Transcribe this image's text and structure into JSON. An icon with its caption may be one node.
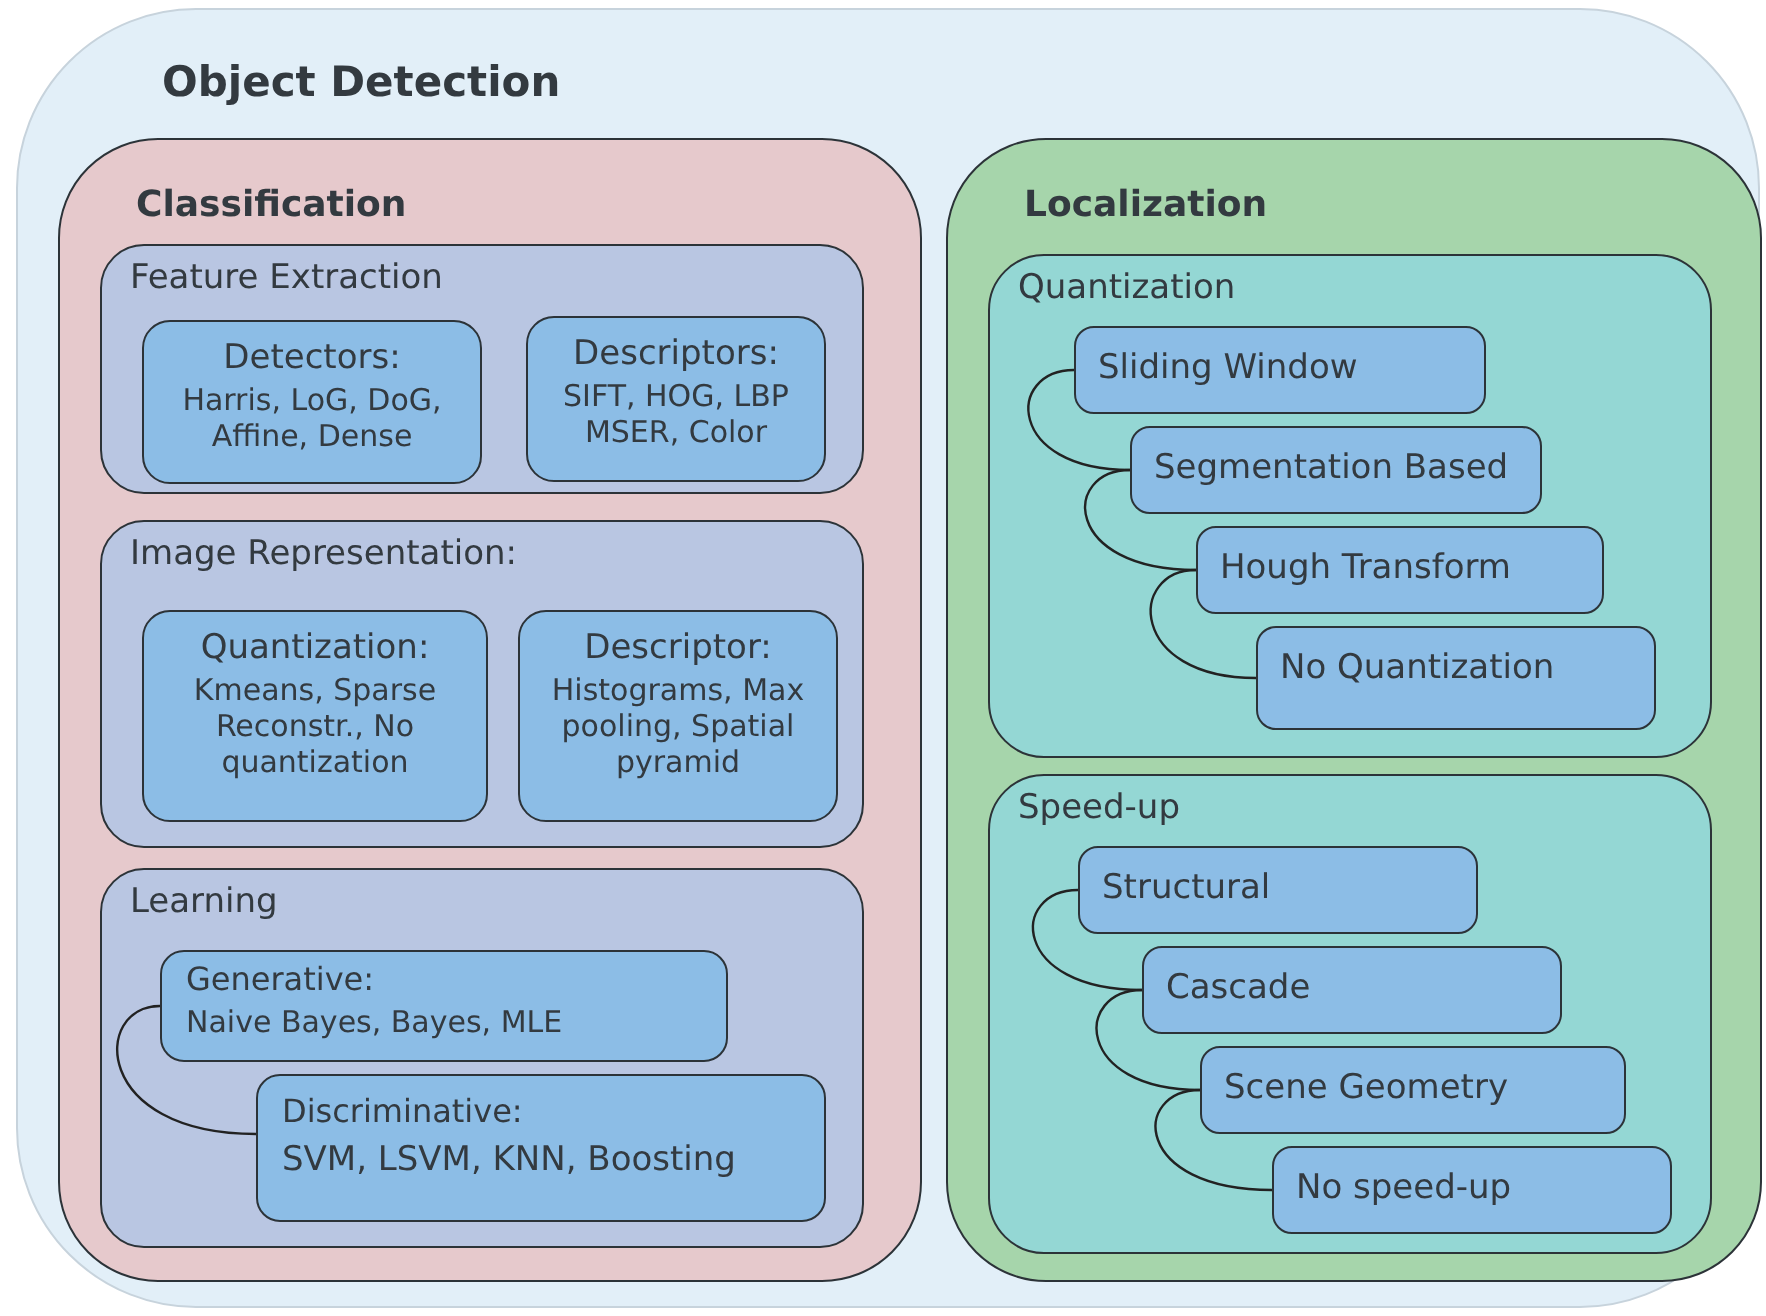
{
  "diagram": {
    "nodes": [
      {
        "text": [
          "Object Detection"
        ]
      },
      {
        "text": [
          "Classification"
        ],
        "in": 0
      },
      {
        "text": [
          "Feature Extraction"
        ],
        "in": 1
      },
      {
        "text": [
          "Detectors:",
          "Harris, LoG, DoG, Affine, Dense"
        ],
        "in": 2
      },
      {
        "text": [
          "Descriptors:",
          "SIFT, HOG, LBP MSER, Color"
        ],
        "in": 2
      },
      {
        "text": [
          "Image Representation:"
        ],
        "in": 1
      },
      {
        "text": [
          "Quantization:",
          "Kmeans, Sparse Reconstr., No quantization"
        ],
        "in": 5
      },
      {
        "text": [
          "Descriptor:",
          "Histograms, Max pooling, Spatial pyramid"
        ],
        "in": 5
      },
      {
        "text": [
          "Learning"
        ],
        "in": 1
      },
      {
        "text": [
          "Generative:",
          "Naive Bayes, Bayes, MLE"
        ],
        "in": 8
      },
      {
        "text": [
          "Discriminative:",
          "SVM, LSVM, KNN, Boosting"
        ],
        "in": 8
      },
      {
        "text": [
          "Localization"
        ],
        "in": 0
      },
      {
        "text": [
          "Quantization"
        ],
        "in": 11
      },
      {
        "text": [
          "Sliding Window"
        ],
        "in": 12
      },
      {
        "text": [
          "Segmentation Based"
        ],
        "in": 12
      },
      {
        "text": [
          "Hough Transform"
        ],
        "in": 12
      },
      {
        "text": [
          "No Quantization"
        ],
        "in": 12
      },
      {
        "text": [
          "Speed-up"
        ],
        "in": 11
      },
      {
        "text": [
          "Structural"
        ],
        "in": 17
      },
      {
        "text": [
          "Cascade"
        ],
        "in": 17
      },
      {
        "text": [
          "Scene Geometry"
        ],
        "in": 17
      },
      {
        "text": [
          "No speed-up"
        ],
        "in": 17
      }
    ],
    "edges": [
      {
        "from": 9,
        "to": 10,
        "arrow": "none"
      },
      {
        "from": 13,
        "to": 14,
        "arrow": "none"
      },
      {
        "from": 14,
        "to": 15,
        "arrow": "none"
      },
      {
        "from": 15,
        "to": 16,
        "arrow": "none"
      },
      {
        "from": 18,
        "to": 19,
        "arrow": "none"
      },
      {
        "from": 19,
        "to": 20,
        "arrow": "none"
      },
      {
        "from": 20,
        "to": 21,
        "arrow": "none"
      }
    ]
  }
}
